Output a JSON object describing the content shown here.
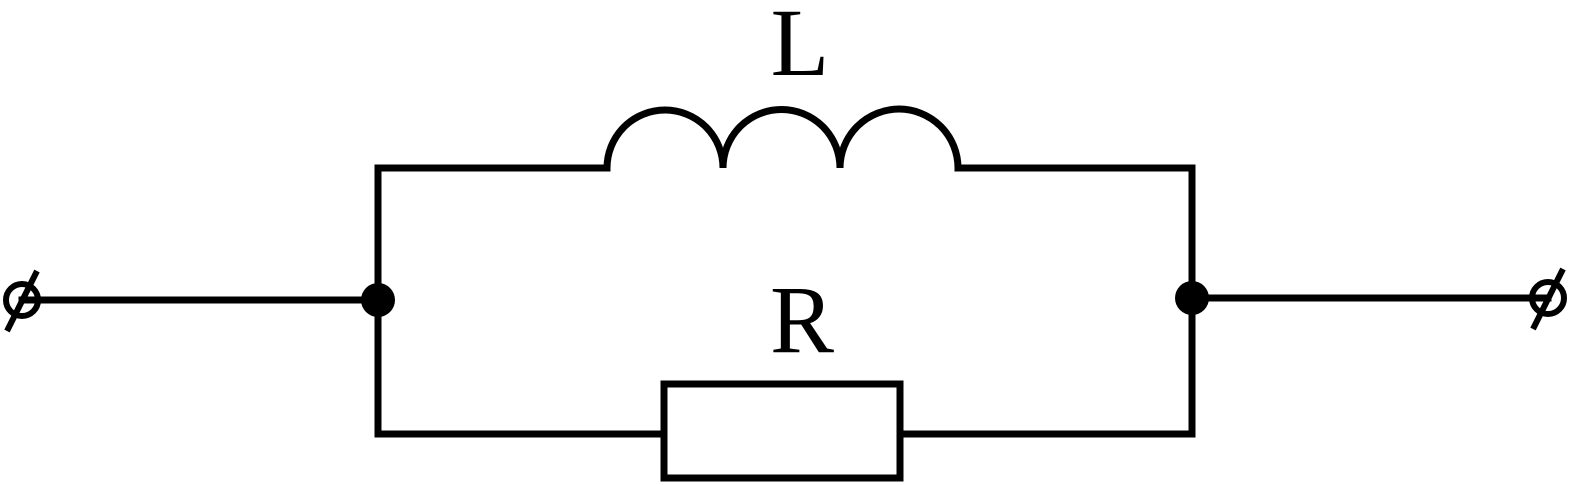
{
  "components": {
    "inductor": {
      "label": "L"
    },
    "resistor": {
      "label": "R"
    }
  },
  "colors": {
    "stroke": "#000000",
    "background": "#ffffff"
  },
  "icons": {
    "terminal": "terminal-open-circle-slash",
    "junction": "junction-dot"
  }
}
